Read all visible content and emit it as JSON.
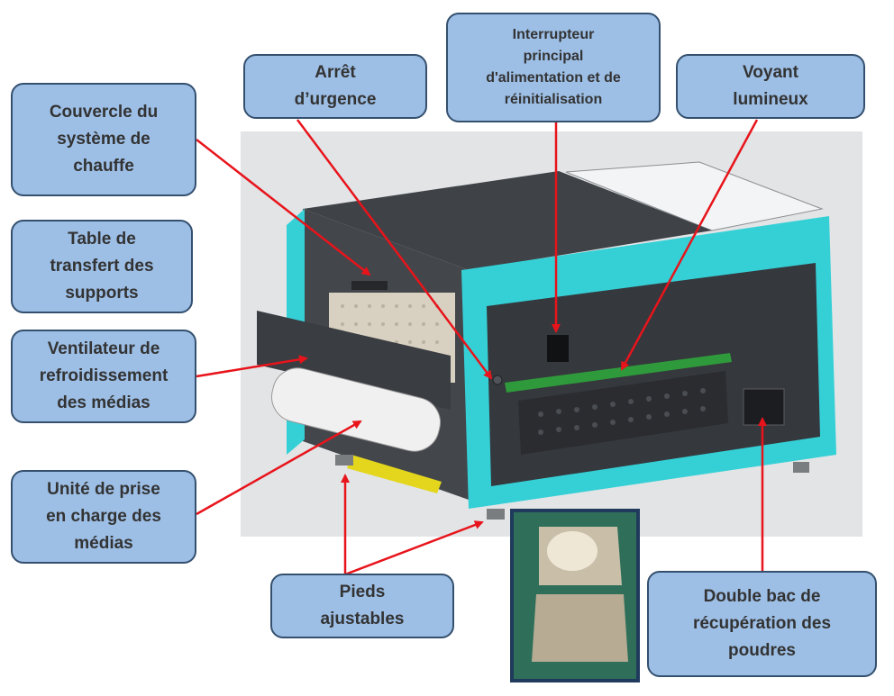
{
  "labels": {
    "heater_cover": "Couvercle du\nsystème de\nchauffe",
    "transfer_table": "Table de\ntransfert des\nsupports",
    "cooling_fan": "Ventilateur de\nrefroidissement\ndes médias",
    "media_unit": "Unité de prise\nen charge des\nmédias",
    "emergency_stop": "Arrêt\nd’urgence",
    "main_switch": "Interrupteur\nprincipal\nd'alimentation et de\nréinitialisation",
    "indicator_light": "Voyant\nlumineux",
    "adjustable_feet": "Pieds\najustables",
    "powder_tray": "Double bac de\nrécupération des\npoudres"
  },
  "colors": {
    "label_fill": "#9dbfe6",
    "label_border": "#34506e",
    "label_text": "#333333",
    "arrow": "#e8141b",
    "machine_body": "#3c3f44",
    "machine_frame": "#35d0d6",
    "background_photo": "#e2e4e6",
    "inset_border": "#1f3a5c"
  }
}
